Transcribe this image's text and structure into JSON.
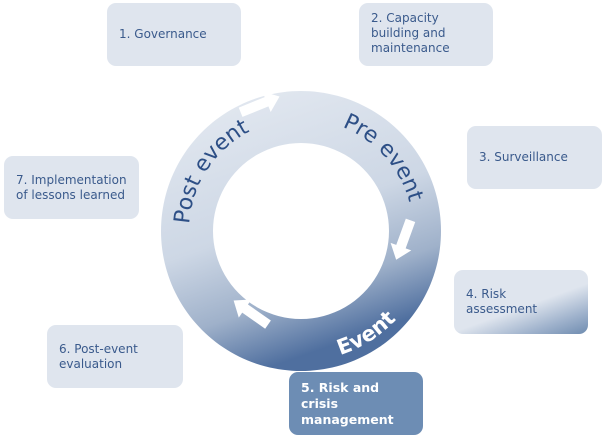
{
  "diagram": {
    "title": "Event management cycle",
    "ring_phases": [
      {
        "label": "Pre event",
        "color": "#2d4f86"
      },
      {
        "label": "Event",
        "color": "#ffffff"
      },
      {
        "label": "Post event",
        "color": "#2d4f86"
      }
    ],
    "steps": [
      {
        "number": 1,
        "label": "1. Governance"
      },
      {
        "number": 2,
        "label": "2. Capacity\nbuilding and\nmaintenance"
      },
      {
        "number": 3,
        "label": "3. Surveillance"
      },
      {
        "number": 4,
        "label": "4. Risk\nassessment"
      },
      {
        "number": 5,
        "label": "5. Risk and\ncrisis\nmanagement",
        "highlighted": true
      },
      {
        "number": 6,
        "label": "6. Post-event\nevaluation"
      },
      {
        "number": 7,
        "label": "7. Implementation\nof lessons learned"
      }
    ],
    "colors": {
      "box_fill": "#dfe5ee",
      "box_text": "#3a5a8c",
      "highlight_fill": "#6d8db4",
      "ring_light": "#dde4ee",
      "ring_dark": "#5c7aa6"
    }
  }
}
